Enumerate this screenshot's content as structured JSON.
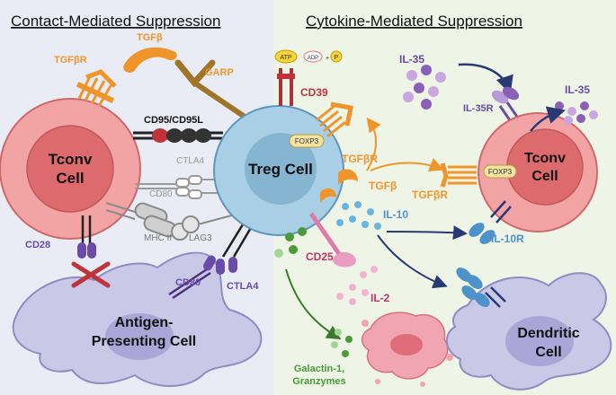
{
  "panels": {
    "left_title": "Contact-Mediated Suppression",
    "right_title": "Cytokine-Mediated Suppression"
  },
  "cells": {
    "tconv_left_line1": "Tconv",
    "tconv_left_line2": "Cell",
    "treg": "Treg Cell",
    "apc_line1": "Antigen-",
    "apc_line2": "Presenting Cell",
    "tconv_right_line1": "Tconv",
    "tconv_right_line2": "Cell",
    "dendritic_line1": "Dendritic",
    "dendritic_line2": "Cell"
  },
  "labels": {
    "tgfb_top": "TGFβ",
    "tgfbr_left": "TGFβR",
    "garp": "GARP",
    "cd95": "CD95/CD95L",
    "ctla4_gray": "CTLA4",
    "cd80_gray": "CD80",
    "mhc2": "MHC II",
    "lag3": "LAG3",
    "cd28": "CD28",
    "cd80_purple": "CD80",
    "ctla4_purple": "CTLA4",
    "atp": "ATP",
    "adp": "ADP",
    "p": "P",
    "cd39": "CD39",
    "foxp3_treg": "FOXP3",
    "tgfbr_treg": "TGFβR",
    "tgfb_treg": "TGFβ",
    "il35": "IL-35",
    "il35r": "IL-35R",
    "il35_right": "IL-35",
    "foxp3_right": "FOXP3",
    "tgfbr_right": "TGFβR",
    "il10": "IL-10",
    "il10r": "IL-10R",
    "cd25": "CD25",
    "il2": "IL-2",
    "galectin": "Galactin-1,",
    "granzymes": "Granzymes"
  },
  "colors": {
    "left_bg": "#e9ecf5",
    "right_bg": "#eef5e6",
    "tconv_outer": "#f2a3a3",
    "tconv_inner": "#dd6b6e",
    "treg_outer": "#a9cfe6",
    "treg_inner": "#85b5d0",
    "apc": "#c9c8e6",
    "orange": "#f0952b",
    "purple": "#6a4ca8",
    "gray": "#9a9a9a",
    "crimson": "#c0333a",
    "il10_blue": "#4d93c9",
    "pink": "#e07aa8",
    "green": "#4a9a3a",
    "navy": "#283a75"
  }
}
